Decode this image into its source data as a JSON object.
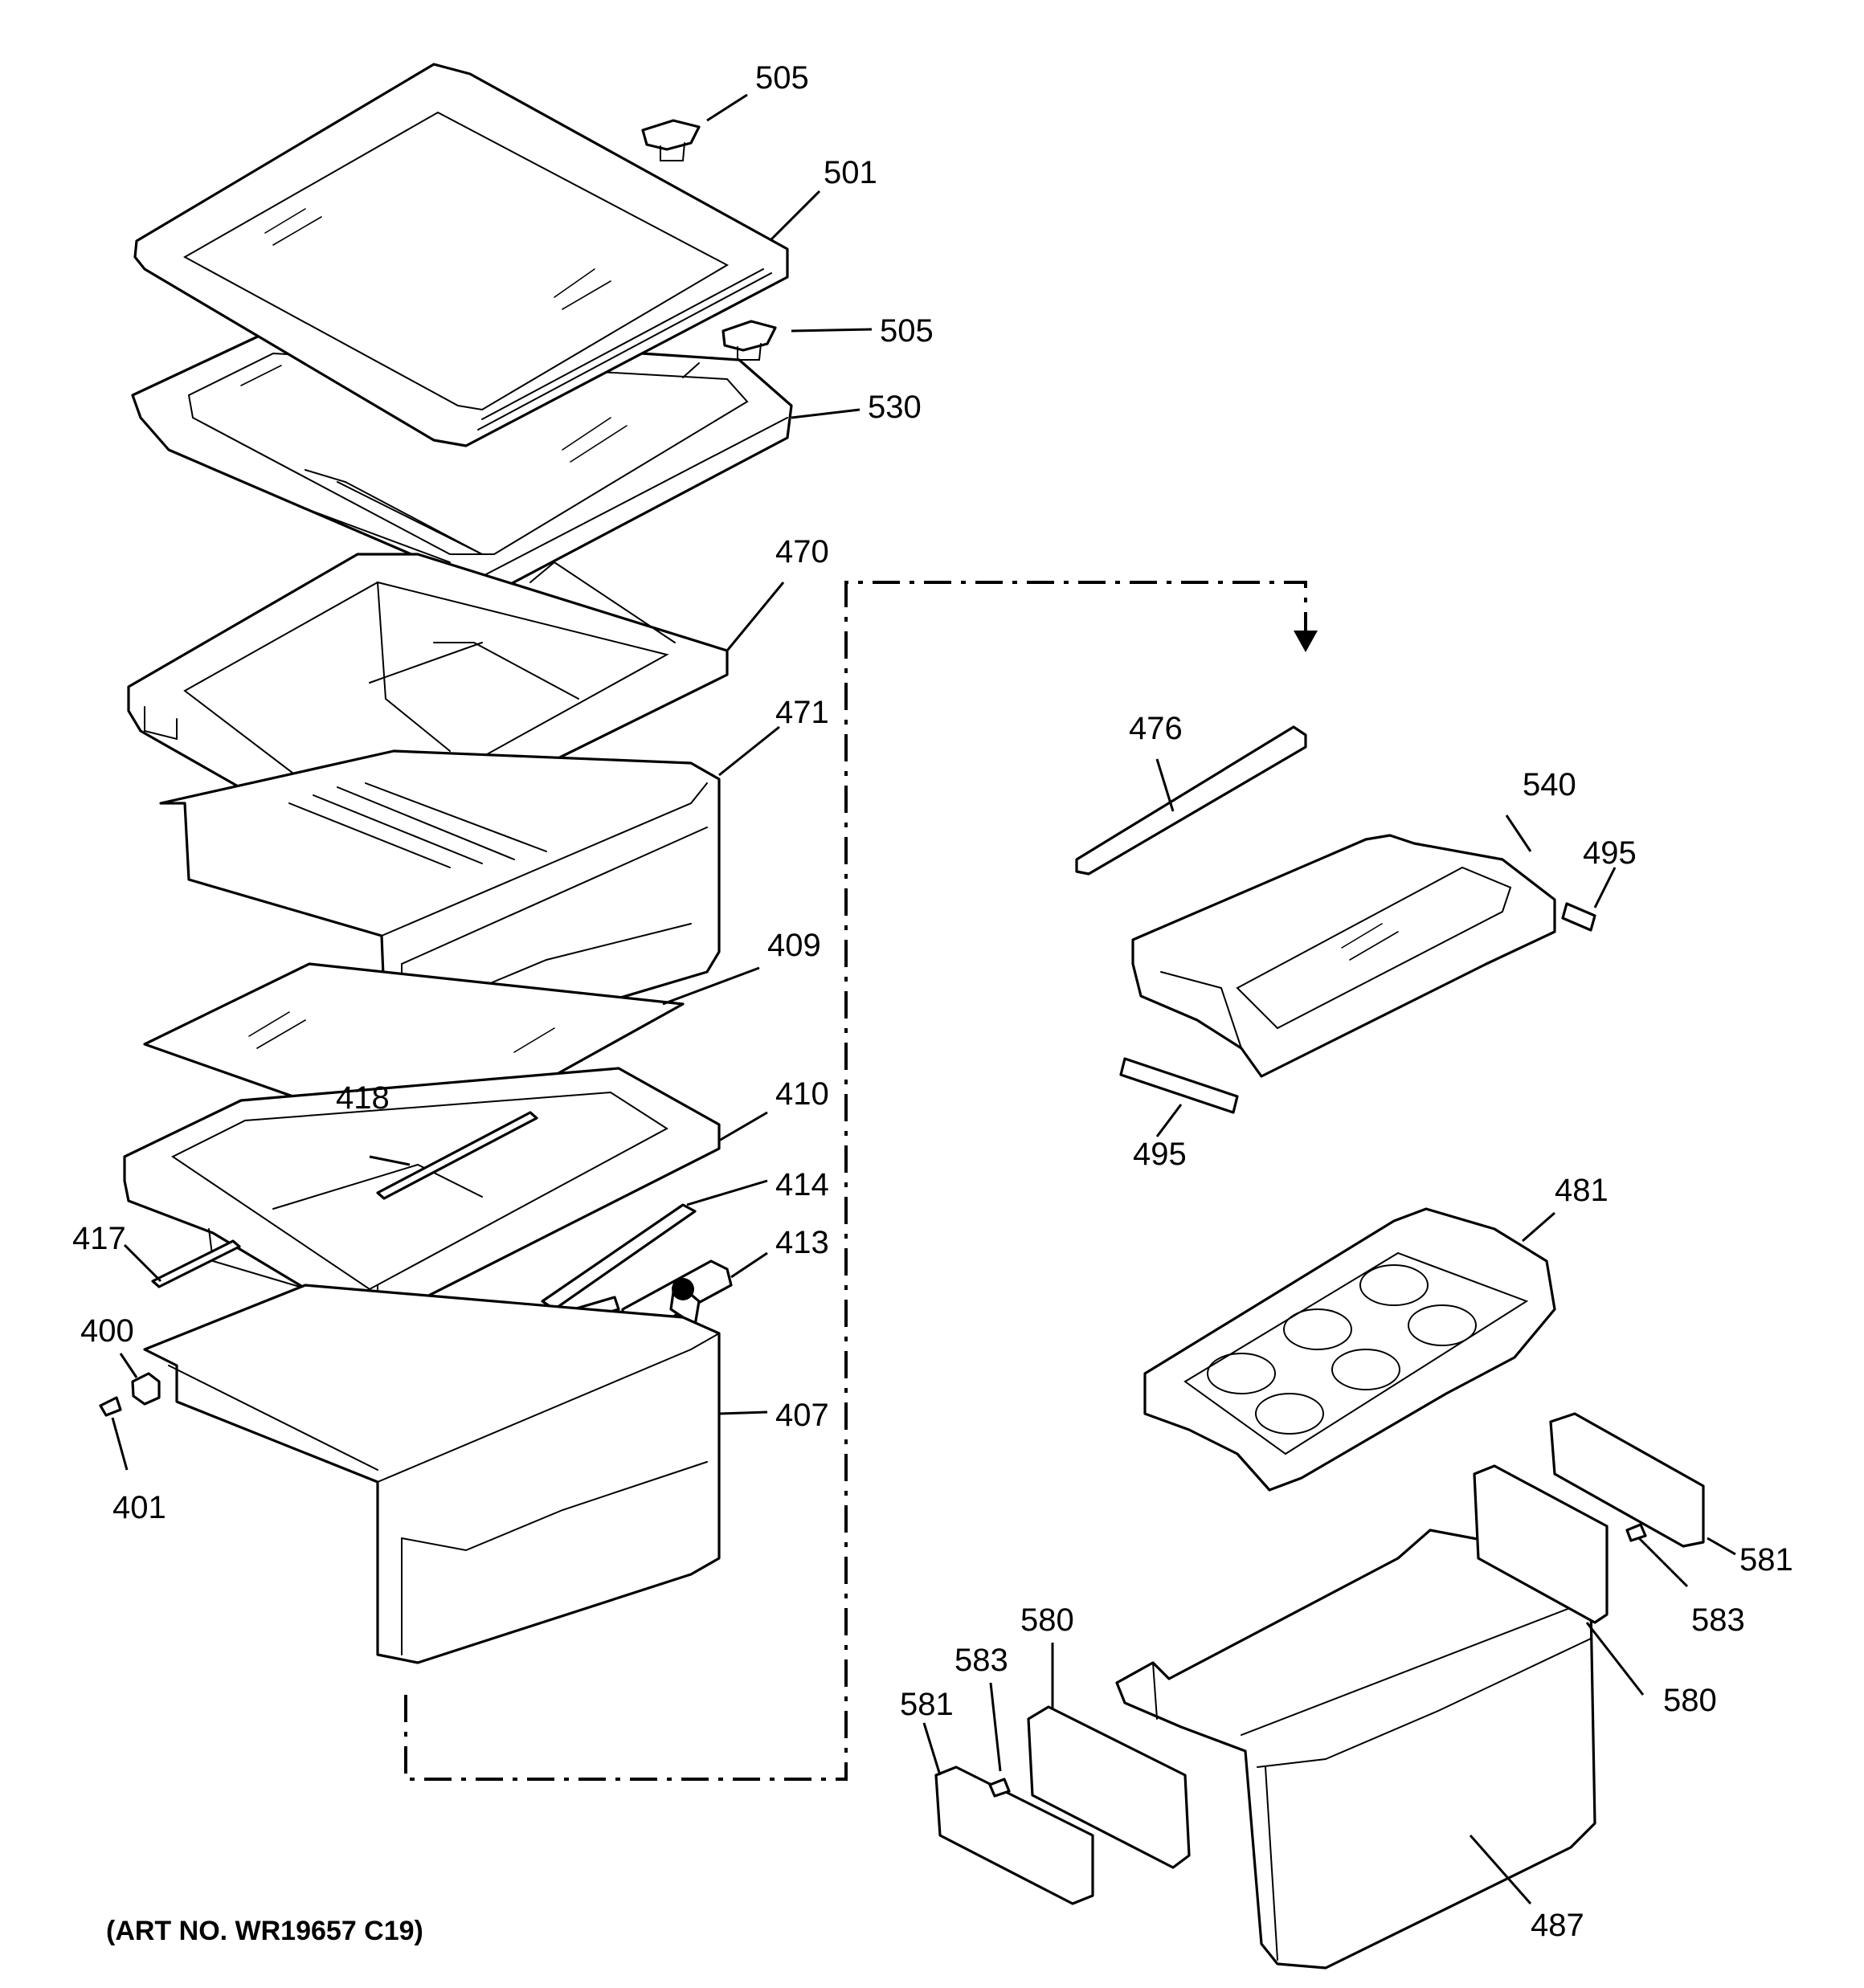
{
  "diagram": {
    "art_number": "(ART NO. WR19657 C19)",
    "part_numbers": {
      "p505a": "505",
      "p501": "501",
      "p505b": "505",
      "p530": "530",
      "p470": "470",
      "p471": "471",
      "p409": "409",
      "p418": "418",
      "p410": "410",
      "p414": "414",
      "p417": "417",
      "p413": "413",
      "p400": "400",
      "p407": "407",
      "p401": "401",
      "p476": "476",
      "p540": "540",
      "p495a": "495",
      "p495b": "495",
      "p481": "481",
      "p581a": "581",
      "p583a": "583",
      "p580a": "580",
      "p580b": "580",
      "p583b": "583",
      "p581b": "581",
      "p487": "487"
    }
  }
}
